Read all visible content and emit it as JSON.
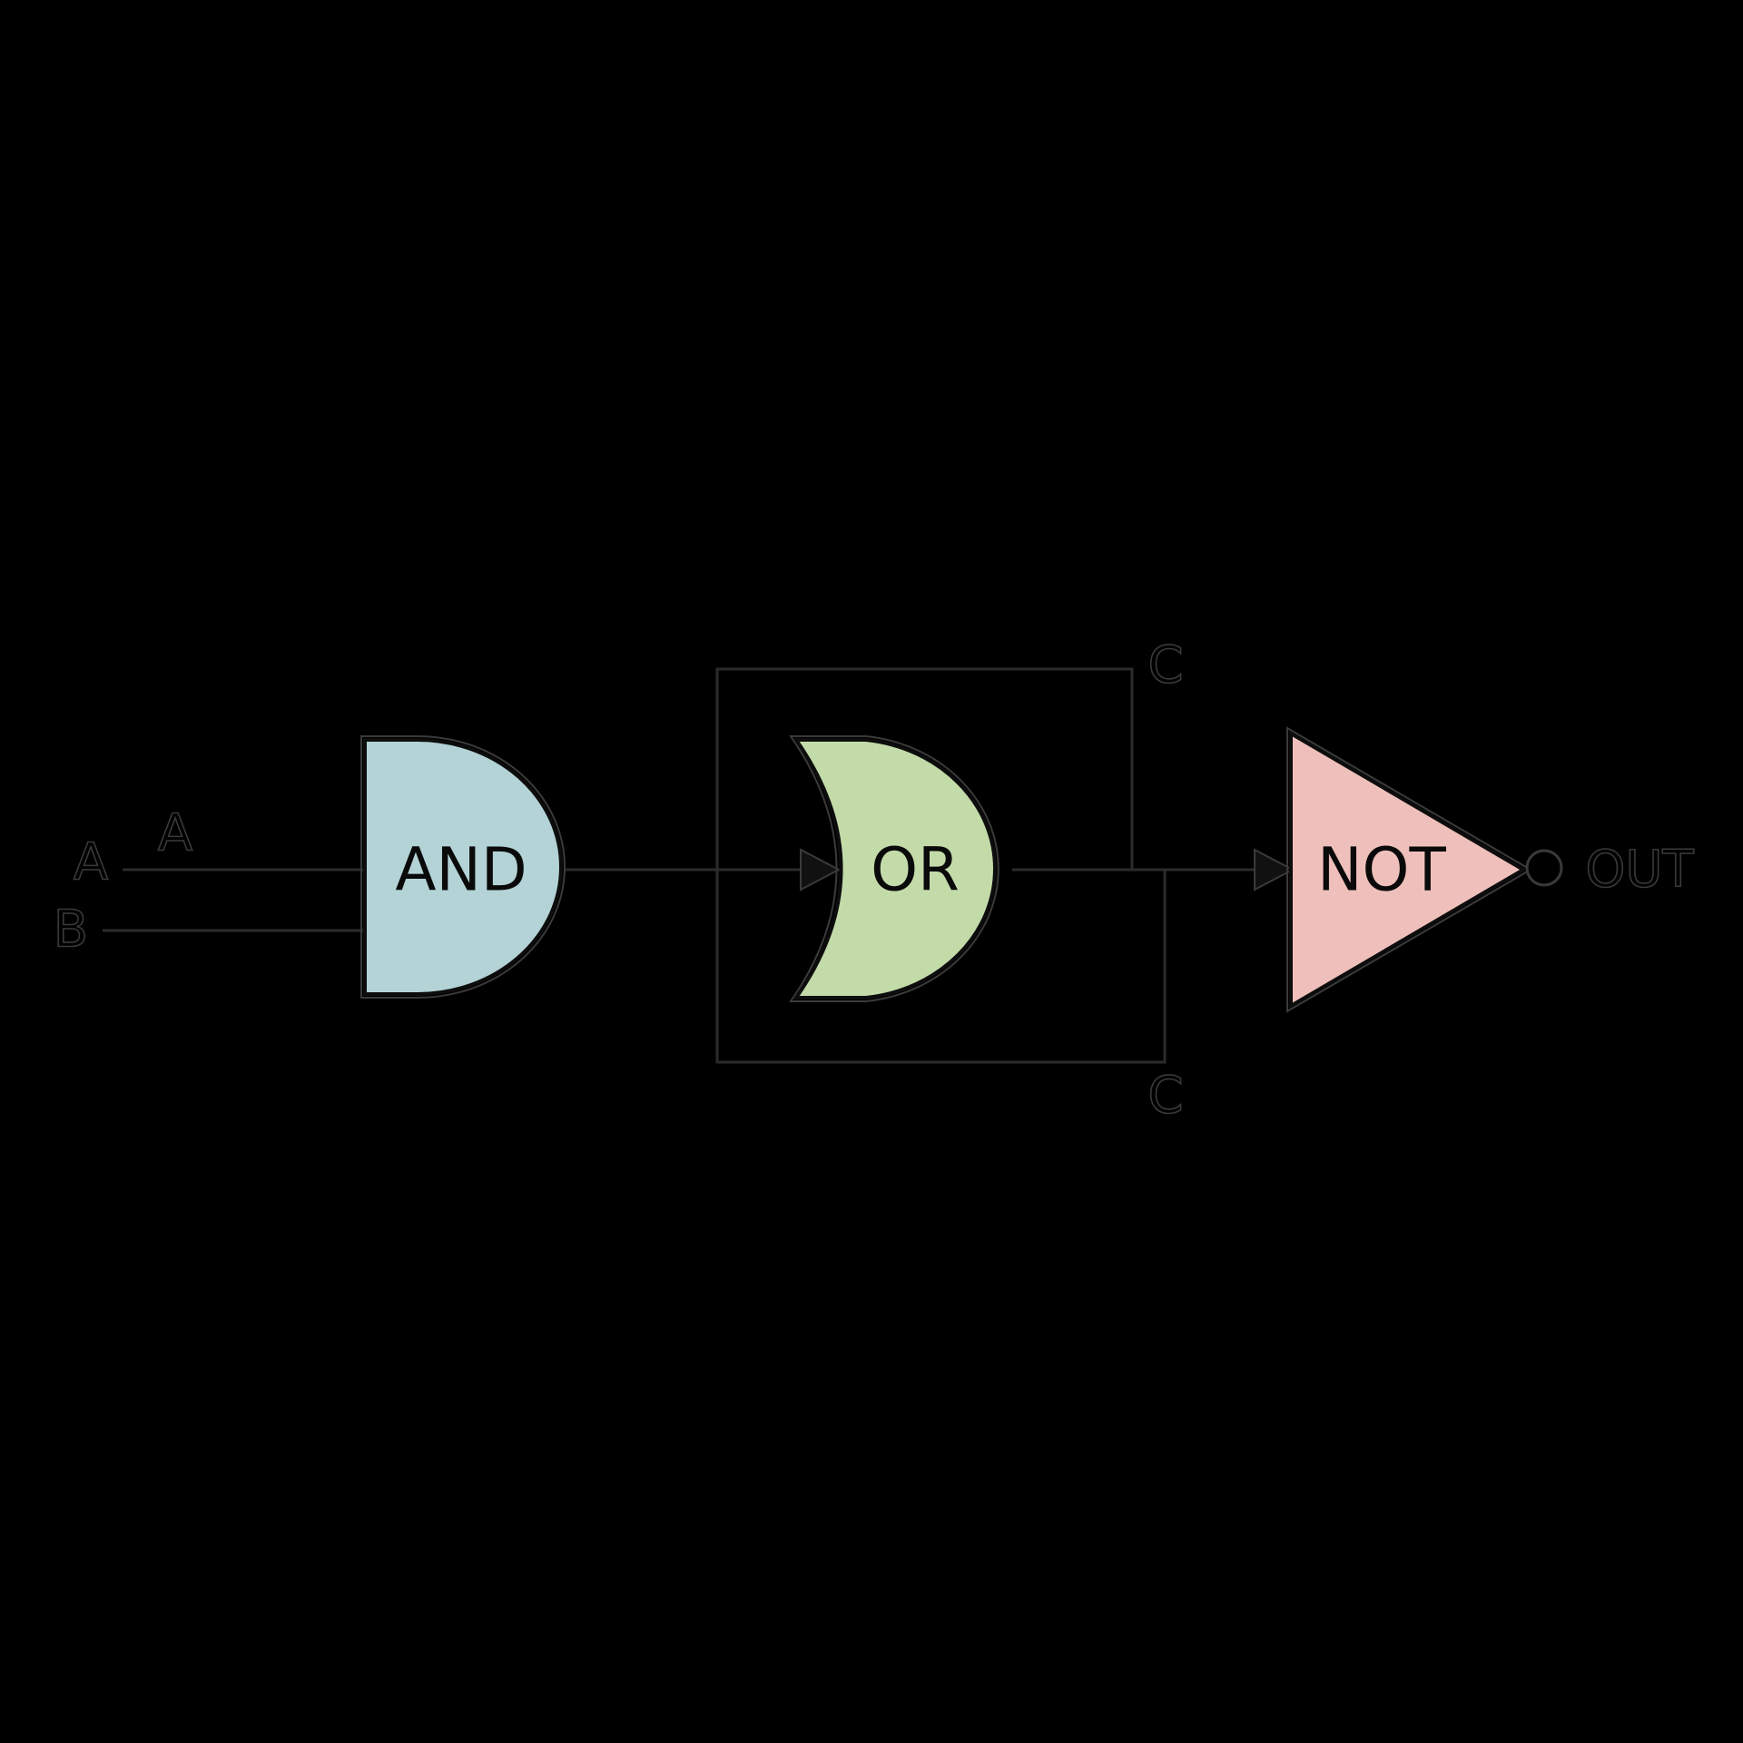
{
  "diagram": {
    "background": "#000000",
    "wire_color": "#2b2b2b",
    "gates": {
      "and": {
        "label": "AND",
        "fill": "#b3d3d6"
      },
      "or": {
        "label": "OR",
        "fill": "#c3dba9"
      },
      "not": {
        "label": "NOT",
        "fill": "#efc0bb"
      }
    },
    "pins": {
      "input_a_outer": "A",
      "input_a_inner": "A",
      "input_b": "B",
      "input_c_top": "C",
      "input_c_bottom": "C",
      "output": "OUT"
    }
  }
}
